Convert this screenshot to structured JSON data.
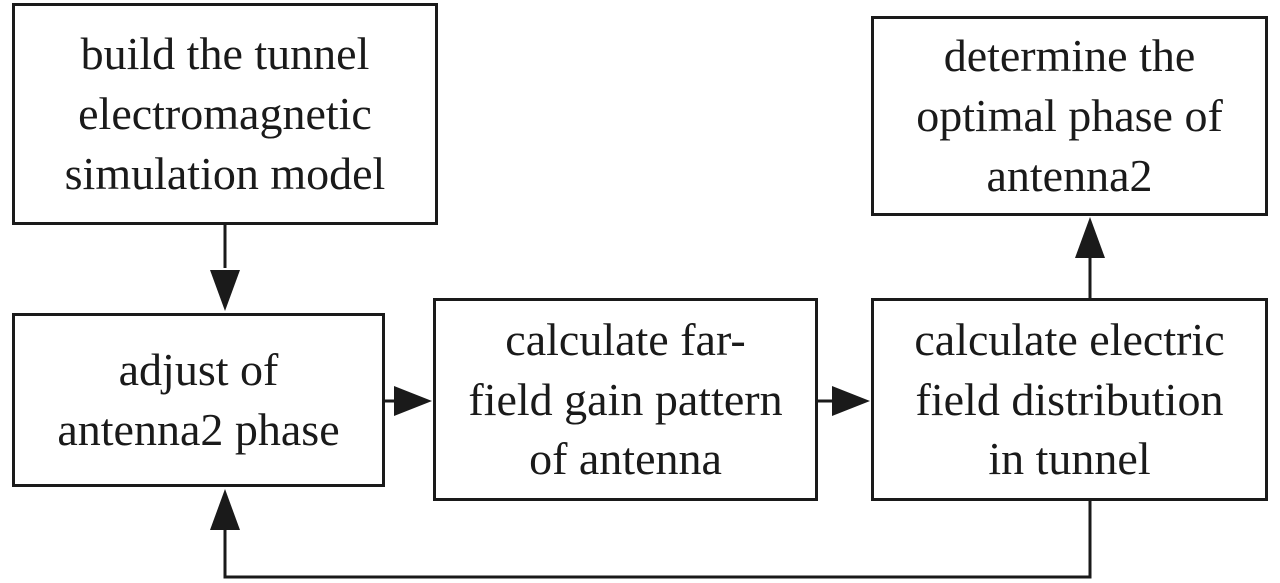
{
  "nodes": {
    "build": {
      "lines": [
        "build the tunnel",
        "electromagnetic",
        "simulation model"
      ]
    },
    "determine": {
      "lines": [
        "determine the",
        "optimal phase of",
        "antenna2"
      ]
    },
    "adjust": {
      "lines": [
        "adjust of",
        "antenna2 phase"
      ]
    },
    "farfield": {
      "lines": [
        "calculate far-",
        "field gain pattern",
        "of antenna"
      ]
    },
    "electric": {
      "lines": [
        "calculate electric",
        "field distribution",
        "in tunnel"
      ]
    }
  },
  "edges": [
    {
      "from": "build",
      "to": "adjust"
    },
    {
      "from": "adjust",
      "to": "farfield"
    },
    {
      "from": "farfield",
      "to": "electric"
    },
    {
      "from": "electric",
      "to": "determine"
    },
    {
      "from": "electric",
      "to": "adjust"
    }
  ],
  "colors": {
    "stroke": "#1a1a1a",
    "background": "#ffffff"
  }
}
